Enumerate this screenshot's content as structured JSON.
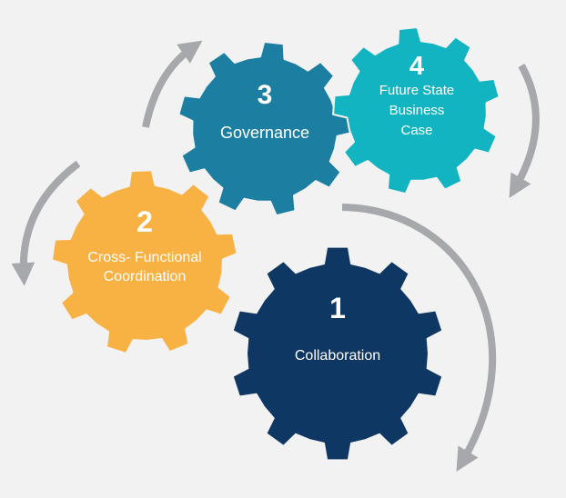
{
  "gears": [
    {
      "id": "collaboration",
      "number": "1",
      "label_lines": [
        "Collaboration"
      ],
      "color": "#0f3763"
    },
    {
      "id": "cross-functional-coordination",
      "number": "2",
      "label_lines": [
        "Cross- Functional",
        "Coordination"
      ],
      "color": "#f8b143"
    },
    {
      "id": "governance",
      "number": "3",
      "label_lines": [
        "Governance"
      ],
      "color": "#1c7fa1"
    },
    {
      "id": "future-state-business-case",
      "number": "4",
      "label_lines": [
        "Future State",
        "Business",
        "Case"
      ],
      "color": "#12b4c2"
    }
  ],
  "arrow_color": "#a6a8ab",
  "background_color": "#f2f2f2"
}
